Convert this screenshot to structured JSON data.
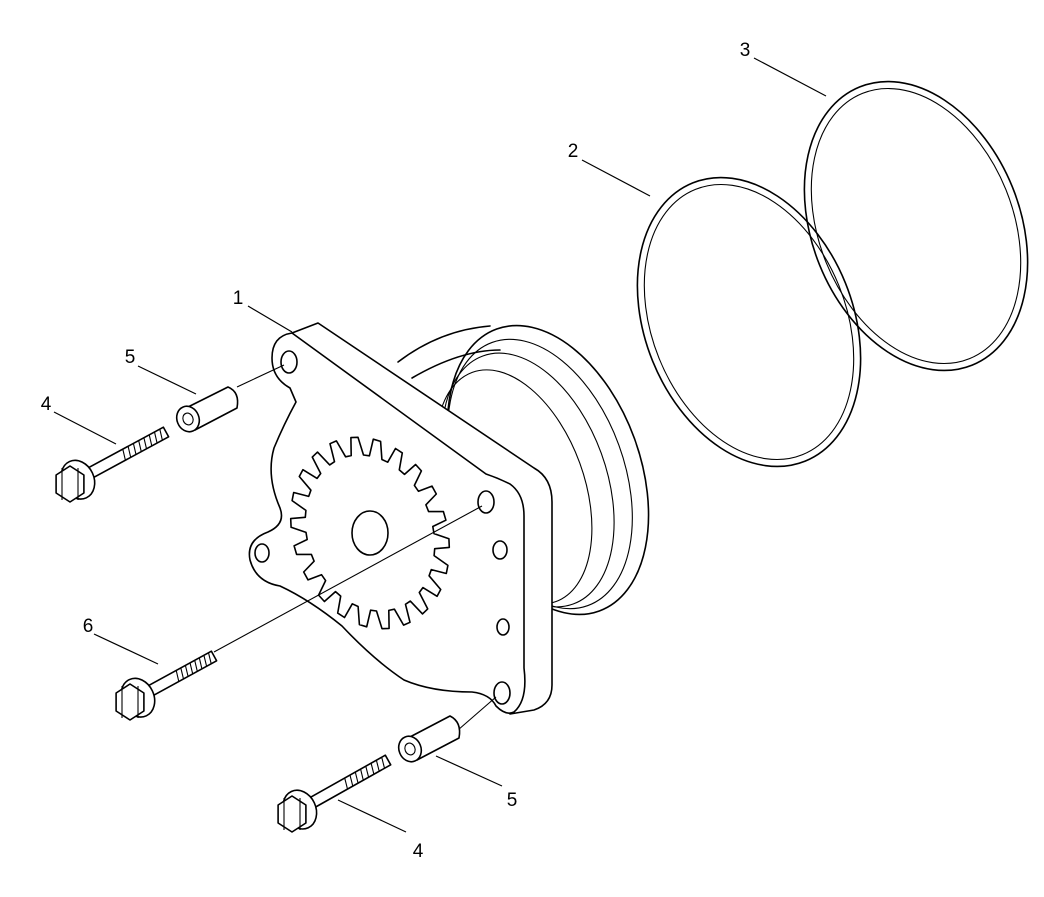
{
  "callouts": {
    "part_1": "1",
    "part_2": "2",
    "part_3": "3",
    "part_4_upper": "4",
    "part_4_lower": "4",
    "part_5_upper": "5",
    "part_5_lower": "5",
    "part_6": "6"
  }
}
